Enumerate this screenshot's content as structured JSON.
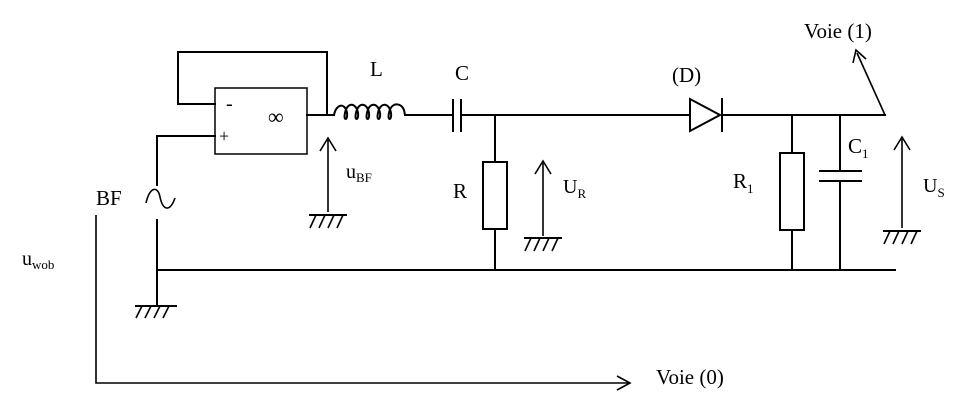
{
  "labels": {
    "voie1": "Voie (1)",
    "voie0": "Voie (0)",
    "inductor": "L",
    "capacitor": "C",
    "diode": "(D)",
    "resistor": "R",
    "resistor1": "R",
    "resistor1_sub": "1",
    "capacitor1": "C",
    "capacitor1_sub": "1",
    "opamp_minus": "-",
    "opamp_plus": "+",
    "opamp_gain": "∞",
    "generator": "BF",
    "u_bf": "u",
    "u_bf_sub": "BF",
    "u_r": "U",
    "u_r_sub": "R",
    "u_s": "U",
    "u_s_sub": "S",
    "u_wob": "u",
    "u_wob_sub": "wob"
  }
}
